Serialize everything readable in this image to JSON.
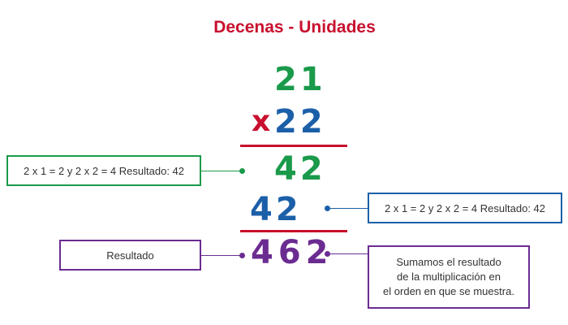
{
  "title": "Decenas - Unidades",
  "multiplicand": "21",
  "operator": "x",
  "multiplier": "22",
  "partial_1": "42",
  "partial_2": "42",
  "result": "462",
  "notes": {
    "partial_1_note": "2 x 1 = 2 y 2 x 2 = 4  Resultado: 42",
    "partial_2_note": "2 x 1 = 2 y 2 x 2 = 4  Resultado: 42",
    "result_label": "Resultado",
    "explanation": [
      "Sumamos el resultado",
      "de la multiplicación en",
      "el orden en que se muestra."
    ]
  },
  "colors": {
    "title": "#c8102e",
    "green": "#1a9a4a",
    "blue": "#1b5fa8",
    "red": "#c8102e",
    "purple": "#6b2c91"
  }
}
